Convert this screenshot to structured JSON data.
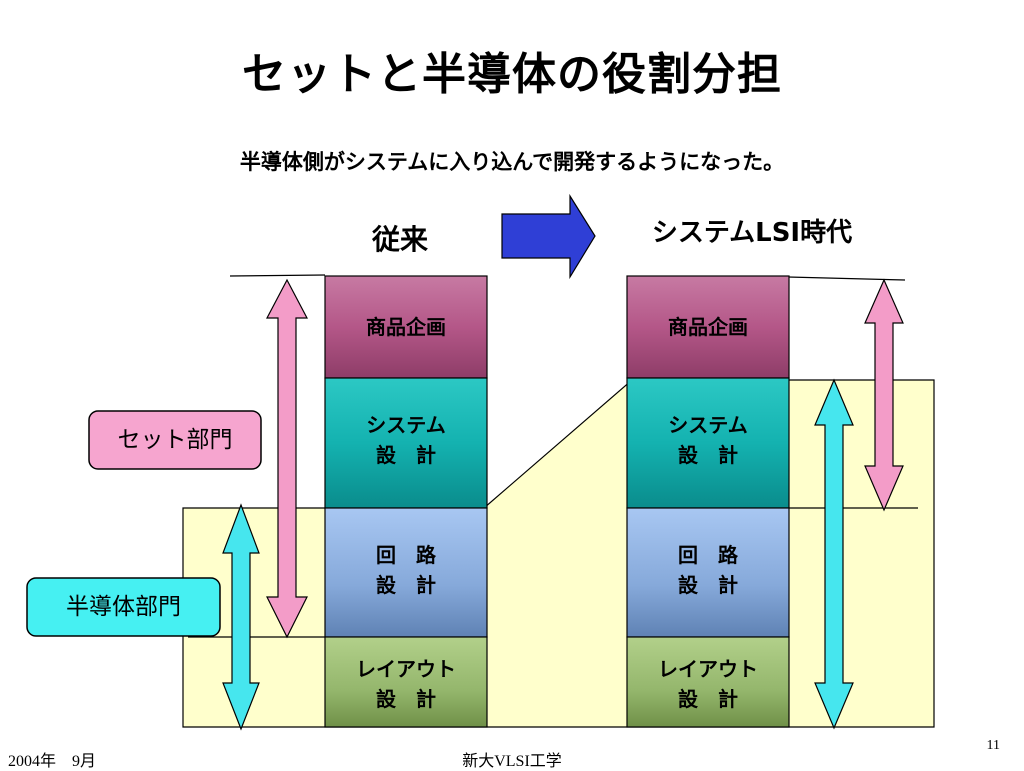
{
  "title": "セットと半導体の役割分担",
  "subtitle": "半導体側がシステムに入り込んで開発するようになった。",
  "columns": {
    "before": {
      "label": "従来"
    },
    "after": {
      "label": "システムLSI時代"
    }
  },
  "blocks": {
    "product_planning": "商品企画",
    "system_design": {
      "line1": "システム",
      "line2": "設　計"
    },
    "circuit_design": {
      "line1": "回　路",
      "line2": "設　計"
    },
    "layout_design": {
      "line1": "レイアウト",
      "line2": "設　計"
    }
  },
  "departments": {
    "set": "セット部門",
    "semiconductor": "半導体部門"
  },
  "colors": {
    "product_planning": "#b8608e",
    "system_design": "#1bb7b5",
    "circuit_design": "#8db0e0",
    "layout_design": "#9fbf78",
    "semiconductor_area": "#ffffcc",
    "set_arrow": "#f39cc8",
    "semi_arrow": "#46e6ee",
    "transition_arrow": "#2f3fd6"
  },
  "footer": {
    "date": "2004年　9月",
    "org": "新大VLSI工学",
    "page": "11"
  }
}
